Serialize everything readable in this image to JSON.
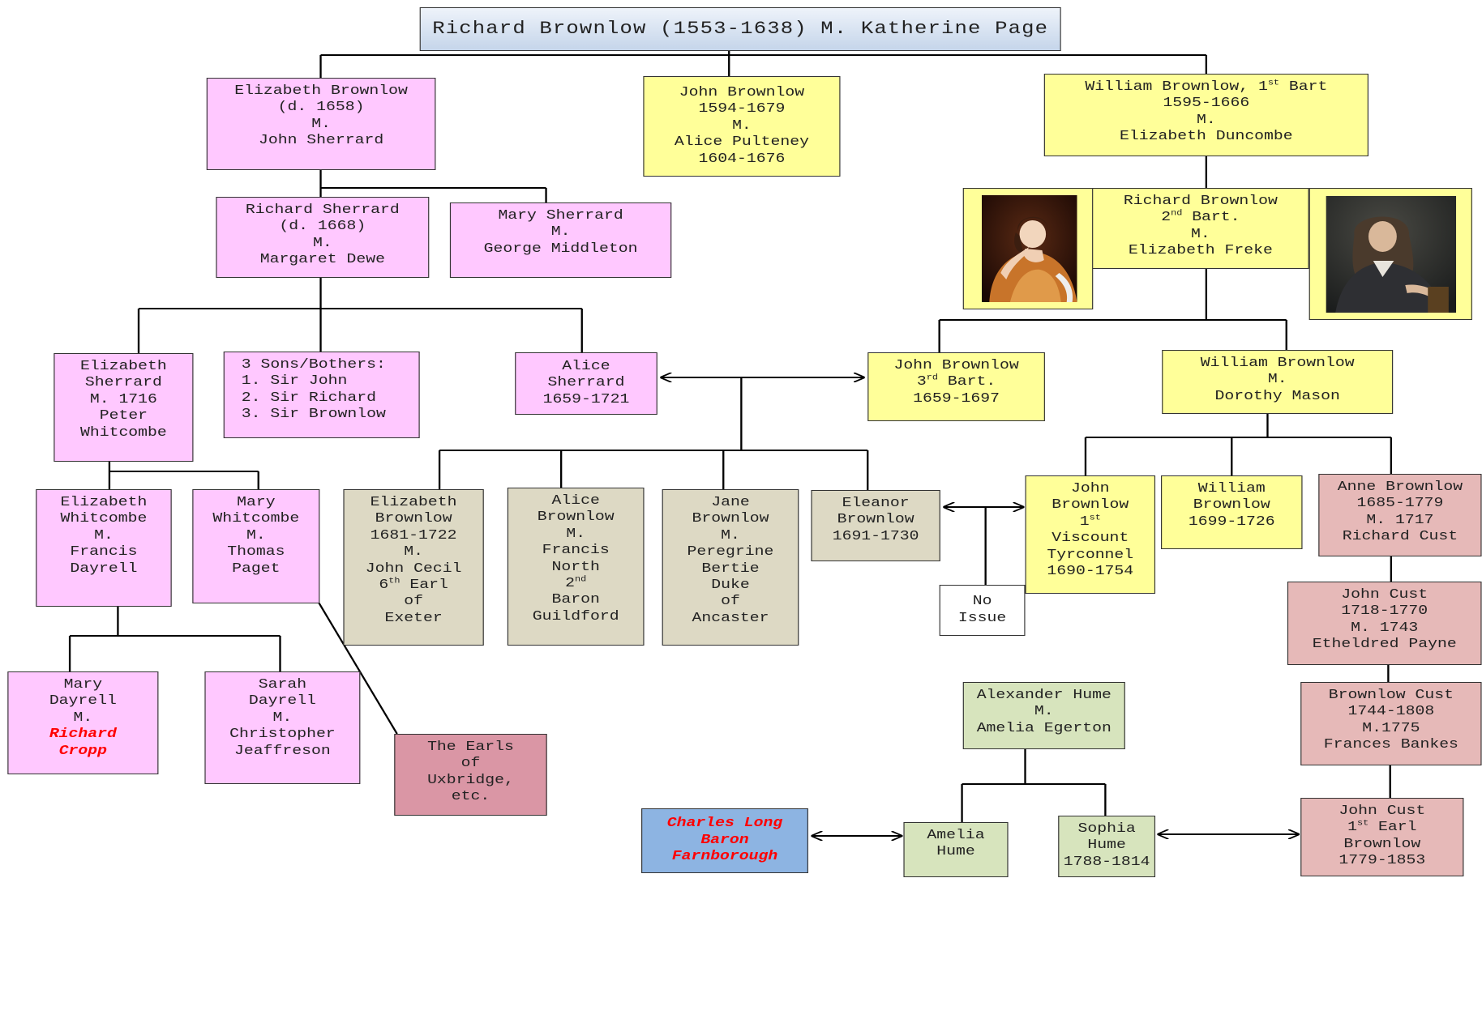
{
  "root": {
    "text": "Richard Brownlow (1553-1638) M. Katherine Page"
  },
  "g1": {
    "elizabeth_brownlow": [
      "Elizabeth Brownlow",
      "(d. 1658)",
      "M.",
      "John Sherrard"
    ],
    "john_brownlow": [
      "John Brownlow",
      "1594-1679",
      "M.",
      "Alice Pulteney",
      "1604-1676"
    ],
    "william_brownlow_1st": {
      "pre": "William Brownlow, 1",
      "sup": "st",
      "post": " Bart",
      "lines": [
        "1595-1666",
        "M.",
        "Elizabeth Duncombe"
      ]
    }
  },
  "g2": {
    "richard_sherrard": [
      "Richard Sherrard",
      "(d. 1668)",
      "M.",
      "Margaret Dewe"
    ],
    "mary_sherrard": [
      "Mary Sherrard",
      "M.",
      "George Middleton"
    ],
    "richard_brownlow_2nd": {
      "l1": "Richard Brownlow",
      "pre": "2",
      "sup": "nd",
      "post": " Bart.",
      "lines": [
        "M.",
        "Elizabeth Freke"
      ]
    }
  },
  "g3": {
    "elizabeth_sherrard": [
      "Elizabeth",
      "Sherrard",
      "M. 1716",
      "Peter",
      "Whitcombe"
    ],
    "three_sons": [
      "3 Sons/Bothers:",
      "1. Sir John",
      "2. Sir Richard",
      "3. Sir Brownlow"
    ],
    "alice_sherrard": [
      "Alice",
      "Sherrard",
      "1659-1721"
    ],
    "john_brownlow_3rd": {
      "l1": "John Brownlow",
      "pre": "3",
      "sup": "rd",
      "post": " Bart.",
      "l3": "1659-1697"
    },
    "william_brownlow_mason": [
      "William Brownlow",
      "M.",
      "Dorothy Mason"
    ]
  },
  "g4": {
    "elizabeth_whitcombe": [
      "Elizabeth",
      "Whitcombe",
      "M.",
      "Francis",
      "Dayrell"
    ],
    "mary_whitcombe": [
      "Mary",
      "Whitcombe",
      "M.",
      "Thomas",
      "Paget"
    ],
    "elizabeth_brownlow_exeter": {
      "lines_a": [
        "Elizabeth",
        "Brownlow",
        "1681-1722",
        "M.",
        "John Cecil"
      ],
      "pre": "6",
      "sup": "th",
      "post": " Earl",
      "lines_b": [
        "of",
        "Exeter"
      ]
    },
    "alice_brownlow": {
      "lines_a": [
        "Alice",
        "Brownlow",
        "M.",
        "Francis",
        "North"
      ],
      "pre": "2",
      "sup": "nd",
      "post": "",
      "lines_b": [
        "Baron",
        "Guildford"
      ]
    },
    "jane_brownlow": [
      "Jane",
      "Brownlow",
      "M.",
      "Peregrine",
      "Bertie",
      "Duke",
      "of",
      "Ancaster"
    ],
    "eleanor_brownlow": [
      "Eleanor",
      "Brownlow",
      "1691-1730"
    ],
    "john_brownlow_tyrconnel": {
      "lines_a": [
        "John",
        "Brownlow"
      ],
      "pre": "1",
      "sup": "st",
      "post": "",
      "lines_b": [
        "Viscount",
        "Tyrconnel",
        "1690-1754"
      ]
    },
    "william_brownlow_1699": [
      "William",
      "Brownlow",
      "1699-1726"
    ],
    "anne_brownlow": [
      "Anne Brownlow",
      "1685-1779",
      "M. 1717",
      "Richard Cust"
    ],
    "no_issue": [
      "No",
      "Issue"
    ]
  },
  "g5": {
    "mary_dayrell": {
      "lines": [
        "Mary",
        "Dayrell",
        "M."
      ],
      "red": [
        "Richard",
        "Cropp"
      ]
    },
    "sarah_dayrell": [
      "Sarah",
      "Dayrell",
      "M.",
      "Christopher",
      "Jeaffreson"
    ],
    "earls_uxbridge": [
      "The Earls",
      "of",
      "Uxbridge,",
      "etc."
    ],
    "john_cust_1718": [
      "John Cust",
      "1718-1770",
      "M. 1743",
      "Etheldred Payne"
    ],
    "alexander_hume": [
      "Alexander Hume",
      "M.",
      "Amelia Egerton"
    ],
    "brownlow_cust": [
      "Brownlow Cust",
      "1744-1808",
      "M.1775",
      "Frances Bankes"
    ],
    "charles_long": [
      "Charles Long",
      "Baron",
      "Farnborough"
    ],
    "amelia_hume": [
      "Amelia",
      "Hume"
    ],
    "sophia_hume": [
      "Sophia",
      "Hume",
      "1788-1814"
    ],
    "john_cust_earl": {
      "l1": "John Cust",
      "pre": "1",
      "sup": "st",
      "post": " Earl",
      "lines": [
        "Brownlow",
        "1779-1853"
      ]
    }
  },
  "portraits": [
    {
      "name": "portrait-elizabeth-freke",
      "subject": "woman-in-orange-gown"
    },
    {
      "name": "portrait-richard-brownlow",
      "subject": "man-in-dark-coat"
    }
  ]
}
